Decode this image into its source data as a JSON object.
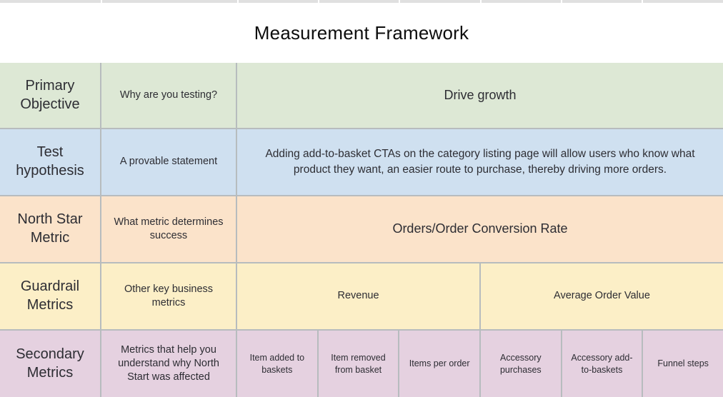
{
  "title": "Measurement Framework",
  "colors": {
    "row_backgrounds": [
      "#dde8d5",
      "#cfe0f0",
      "#fbe3ca",
      "#fcefc7",
      "#e5d1e0"
    ],
    "grid_line": "#b7bcbe",
    "top_strip": "#e0e0e0",
    "text": "#2d2d33"
  },
  "rows": [
    {
      "name": "Primary Objective",
      "question": "Why are you testing?",
      "cells": [
        {
          "text": "Drive growth",
          "span": 6
        }
      ]
    },
    {
      "name": "Test hypothesis",
      "question": "A provable statement",
      "cells": [
        {
          "text": "Adding add-to-basket CTAs on the category listing page will allow users who know what product they want, an easier route to purchase, thereby driving more orders.",
          "span": 6
        }
      ]
    },
    {
      "name": "North Star Metric",
      "question": "What metric determines success",
      "cells": [
        {
          "text": "Orders/Order Conversion Rate",
          "span": 6
        }
      ]
    },
    {
      "name": "Guardrail Metrics",
      "question": "Other key business metrics",
      "cells": [
        {
          "text": "Revenue",
          "span": 3
        },
        {
          "text": "Average Order Value",
          "span": 3
        }
      ]
    },
    {
      "name": "Secondary Metrics",
      "question": "Metrics that help you understand why North Start was affected",
      "cells": [
        {
          "text": "Item added to baskets",
          "span": 1
        },
        {
          "text": "Item removed from basket",
          "span": 1
        },
        {
          "text": "Items per order",
          "span": 1
        },
        {
          "text": "Accessory purchases",
          "span": 1
        },
        {
          "text": "Accessory add-to-baskets",
          "span": 1
        },
        {
          "text": "Funnel steps",
          "span": 1
        }
      ]
    }
  ]
}
